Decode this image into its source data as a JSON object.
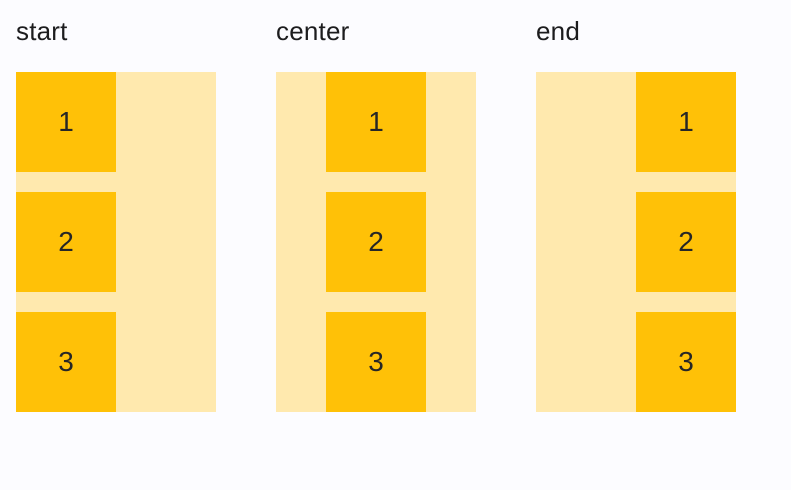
{
  "colors": {
    "page_bg": "#FCFCFF",
    "container_bg": "#FFE9AE",
    "item_bg": "#FFC107",
    "label_text": "#1C1C1E",
    "item_text": "#262626"
  },
  "columns": [
    {
      "label": "start",
      "alignment": "start",
      "items": [
        "1",
        "2",
        "3"
      ]
    },
    {
      "label": "center",
      "alignment": "center",
      "items": [
        "1",
        "2",
        "3"
      ]
    },
    {
      "label": "end",
      "alignment": "end",
      "items": [
        "1",
        "2",
        "3"
      ]
    }
  ]
}
